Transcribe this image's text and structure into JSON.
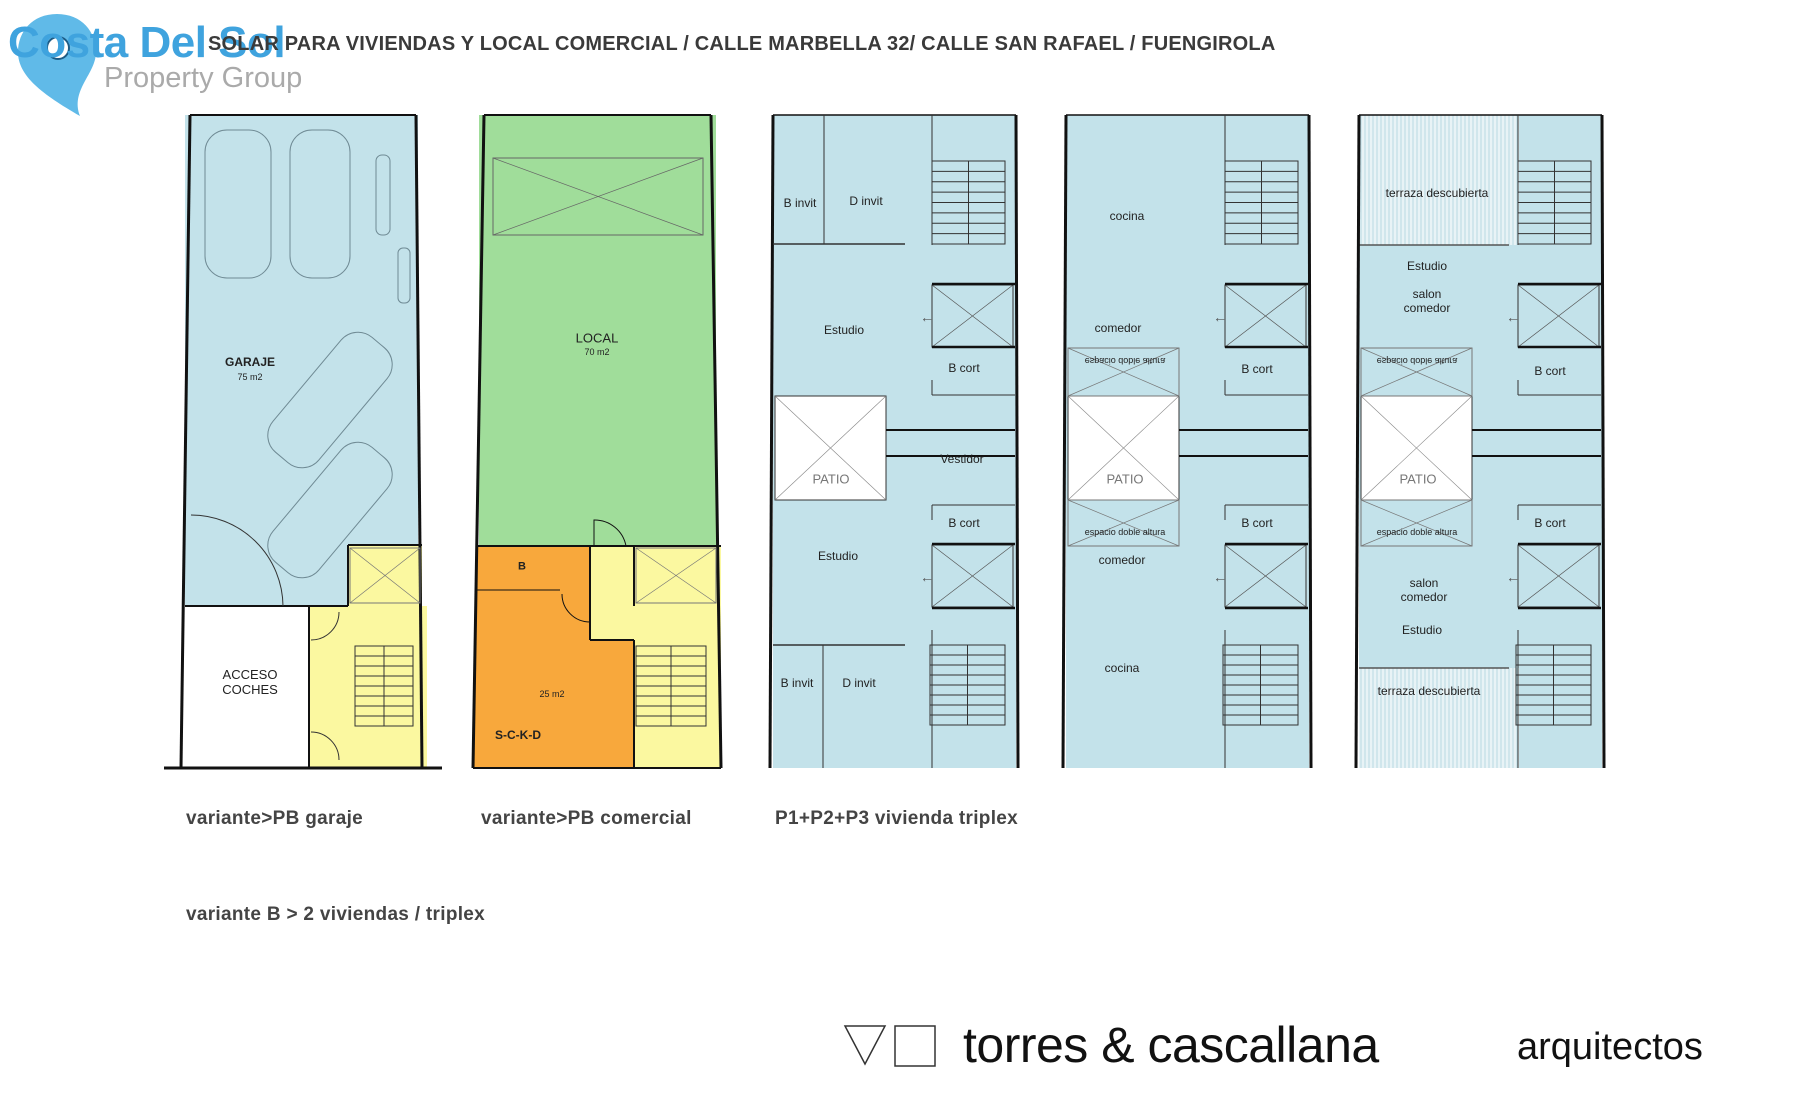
{
  "logo": {
    "name": "Costa Del Sol",
    "tagline": "Property Group",
    "color": "#3fa3de",
    "icon": "map-pin-icon"
  },
  "title": "SOLAR PARA VIVIENDAS Y LOCAL COMERCIAL  / CALLE MARBELLA 32/ CALLE SAN RAFAEL / FUENGIROLA",
  "colors": {
    "garage": "#c3e2ea",
    "local": "#a0dd9a",
    "shop_back": "#f8a83c",
    "stair": "#fbf8a0",
    "floors": "#c3e2ea"
  },
  "plans": {
    "garage": {
      "room": "GARAJE",
      "area": "75 m2",
      "access": "ACCESO\nCOCHES"
    },
    "commercial": {
      "room": "LOCAL",
      "area": "70 m2",
      "bath": "B",
      "back_area": "25 m2",
      "back_room": "S-C-K-D"
    },
    "p1": {
      "b_invit_top": "B invit",
      "d_invit_top": "D invit",
      "estudio_top": "Estudio",
      "b_cort_top": "B cort",
      "patio": "PATIO",
      "vestidor": "Vestidor",
      "b_cort_bottom": "B cort",
      "estudio_bottom": "Estudio",
      "b_invit_bottom": "B invit",
      "d_invit_bottom": "D invit"
    },
    "p2": {
      "cocina_top": "cocina",
      "comedor_top": "comedor",
      "doble_top": "espacio doble altura",
      "b_cort_top": "B cort",
      "patio": "PATIO",
      "b_cort_bottom": "B cort",
      "doble_bottom": "espacio doble altura",
      "comedor_bottom": "comedor",
      "cocina_bottom": "cocina"
    },
    "p3": {
      "terraza_top": "terraza descubierta",
      "estudio_top": "Estudio",
      "salon_top": "salon\ncomedor",
      "doble_top": "espacio doble altura",
      "b_cort_top": "B cort",
      "patio": "PATIO",
      "b_cort_bottom": "B cort",
      "doble_bottom": "espacio doble altura",
      "salon_bottom": "salon\ncomedor",
      "estudio_bottom": "Estudio",
      "terraza_bottom": "terraza descubierta"
    }
  },
  "captions": {
    "garage": "variante>PB garaje",
    "commercial": "variante>PB comercial",
    "upper": "P1+P2+P3  vivienda triplex",
    "variant_b": "variante B > 2 viviendas / triplex"
  },
  "architect": {
    "name": "torres & cascallana",
    "suffix": "arquitectos"
  }
}
